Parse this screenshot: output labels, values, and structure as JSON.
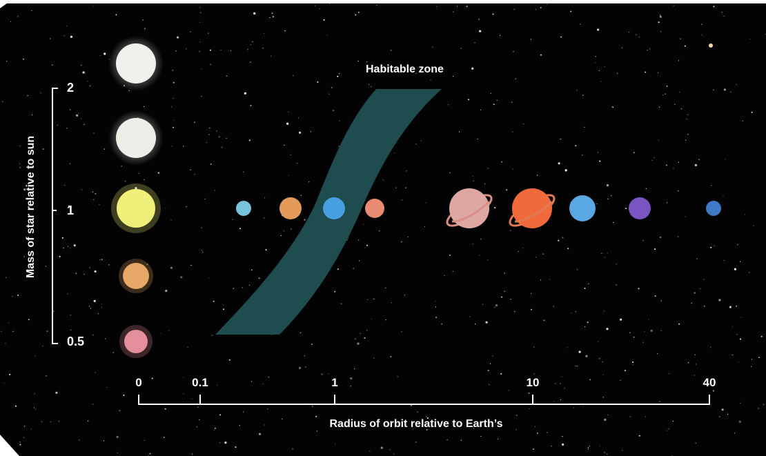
{
  "diagram": {
    "title": "Habitable zone",
    "y_axis": {
      "label": "Mass of star relative to sun",
      "ticks": [
        "2",
        "1",
        "0.5"
      ]
    },
    "x_axis": {
      "label": "Radius of orbit relative to Earth’s",
      "ticks": [
        "0",
        "0.1",
        "1",
        "10",
        "40"
      ]
    },
    "stars": [
      {
        "name": "star-white-large",
        "color": "#f2f0ec"
      },
      {
        "name": "star-white",
        "color": "#efede8"
      },
      {
        "name": "star-yellow",
        "color": "#eef07a"
      },
      {
        "name": "star-orange",
        "color": "#e8a868"
      },
      {
        "name": "star-pink",
        "color": "#e68f9c"
      }
    ],
    "planets": [
      {
        "name": "planet-small-cyan",
        "color": "#76c3da",
        "ringed": false
      },
      {
        "name": "planet-orange",
        "color": "#e39a5a",
        "ringed": false
      },
      {
        "name": "planet-blue",
        "color": "#48a0e3",
        "ringed": false
      },
      {
        "name": "planet-salmon",
        "color": "#e88b72",
        "ringed": false
      },
      {
        "name": "planet-pink-ringed",
        "color": "#dfa7a1",
        "ringed": true
      },
      {
        "name": "planet-orange-ringed",
        "color": "#f06a3b",
        "ringed": true
      },
      {
        "name": "planet-light-blue",
        "color": "#5aa8e3",
        "ringed": false
      },
      {
        "name": "planet-purple",
        "color": "#7a55c2",
        "ringed": false
      },
      {
        "name": "planet-small-blue",
        "color": "#3f7ac6",
        "ringed": false
      }
    ],
    "colors": {
      "background": "#030303",
      "habitable_zone": "#1f4c4e",
      "text": "#ffffff"
    }
  }
}
